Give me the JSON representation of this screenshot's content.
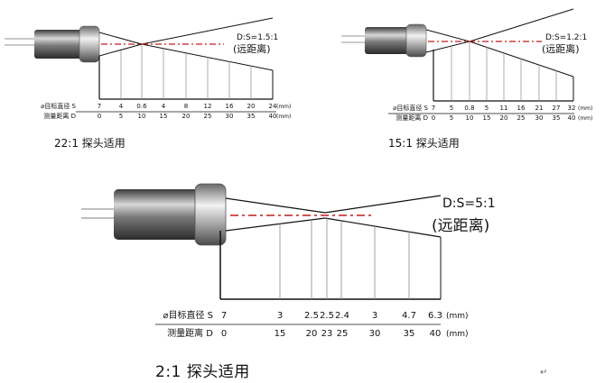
{
  "probes": [
    {
      "id": "p22",
      "ratio": "D:S=1.5:1",
      "mode": "(远距离)",
      "row1_label": "⌀目标直径 S",
      "row1_values": [
        "7",
        "4",
        "0.6",
        "4",
        "8",
        "12",
        "16",
        "20",
        "24"
      ],
      "row2_label": "测量距离 D",
      "row2_values": [
        "0",
        "5",
        "10",
        "15",
        "20",
        "25",
        "30",
        "35",
        "40"
      ],
      "unit": "(mm)",
      "caption": "22:1 探头适用"
    },
    {
      "id": "p15",
      "ratio": "D:S=1.2:1",
      "mode": "(远距离)",
      "row1_label": "⌀目标直径 S",
      "row1_values": [
        "7",
        "5",
        "0.8",
        "5",
        "11",
        "16",
        "21",
        "27",
        "32"
      ],
      "row2_label": "测量距离 D",
      "row2_values": [
        "0",
        "5",
        "10",
        "15",
        "20",
        "25",
        "30",
        "35",
        "40"
      ],
      "unit": "(mm)",
      "caption": "15:1 探头适用"
    },
    {
      "id": "p2",
      "ratio": "D:S=5:1",
      "mode": "(远距离)",
      "row1_label": "⌀目标直径 S",
      "row1_values": [
        "7",
        "3",
        "2.5",
        "2.5",
        "2.4",
        "3",
        "4.7",
        "6.3"
      ],
      "row2_label": "测量距离 D",
      "row2_values": [
        "0",
        "15",
        "20",
        "23",
        "25",
        "30",
        "35",
        "40"
      ],
      "unit": "(mm)",
      "caption": "2:1 探头适用"
    }
  ],
  "return_mark": "↵"
}
